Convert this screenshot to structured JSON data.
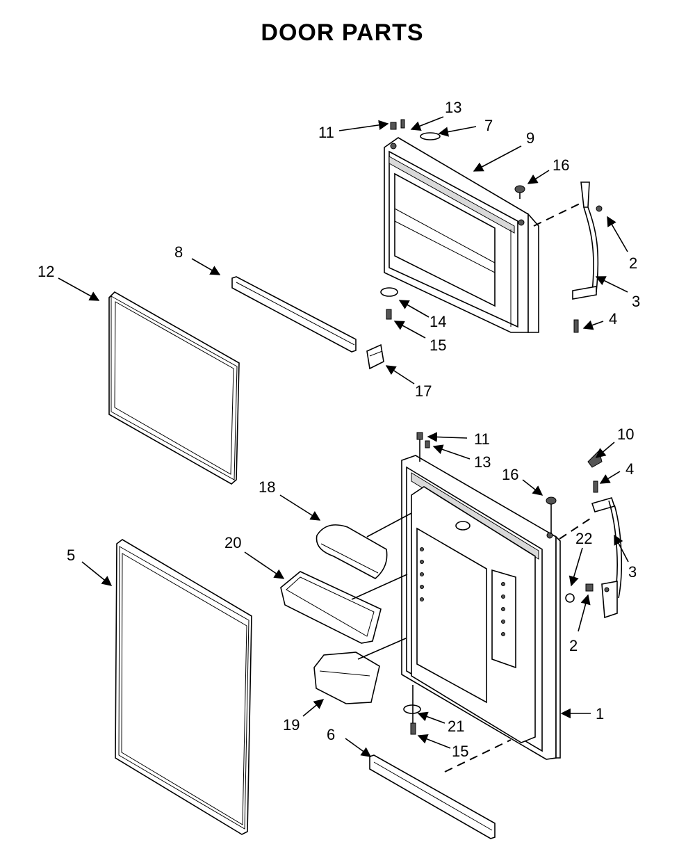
{
  "title": "DOOR PARTS",
  "callouts": [
    {
      "id": "c13a",
      "label": "13"
    },
    {
      "id": "c11a",
      "label": "11"
    },
    {
      "id": "c7",
      "label": "7"
    },
    {
      "id": "c9",
      "label": "9"
    },
    {
      "id": "c16a",
      "label": "16"
    },
    {
      "id": "c8",
      "label": "8"
    },
    {
      "id": "c12",
      "label": "12"
    },
    {
      "id": "c2a",
      "label": "2"
    },
    {
      "id": "c3a",
      "label": "3"
    },
    {
      "id": "c4a",
      "label": "4"
    },
    {
      "id": "c14",
      "label": "14"
    },
    {
      "id": "c15a",
      "label": "15"
    },
    {
      "id": "c17",
      "label": "17"
    },
    {
      "id": "c11b",
      "label": "11"
    },
    {
      "id": "c10",
      "label": "10"
    },
    {
      "id": "c13b",
      "label": "13"
    },
    {
      "id": "c4b",
      "label": "4"
    },
    {
      "id": "c16b",
      "label": "16"
    },
    {
      "id": "c18",
      "label": "18"
    },
    {
      "id": "c20",
      "label": "20"
    },
    {
      "id": "c22",
      "label": "22"
    },
    {
      "id": "c5",
      "label": "5"
    },
    {
      "id": "c3b",
      "label": "3"
    },
    {
      "id": "c2b",
      "label": "2"
    },
    {
      "id": "c1",
      "label": "1"
    },
    {
      "id": "c19",
      "label": "19"
    },
    {
      "id": "c21",
      "label": "21"
    },
    {
      "id": "c6",
      "label": "6"
    },
    {
      "id": "c15b",
      "label": "15"
    }
  ]
}
